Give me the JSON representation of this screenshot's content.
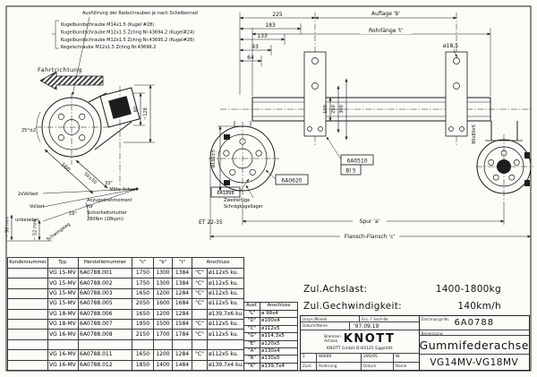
{
  "notes": {
    "radschrauben_title": "Ausführung der Radschrauben je nach Scheibenrad",
    "radschrauben": [
      "Kugelbundschraube M14x1.5 (Kugel #28)",
      "Kugelbundschraube M12x1.5 Zchng Nr.43694.2 (Kugel#24)",
      "Kugelbundschraube M12x1.5 Zchng Nr.43695.2 (Kugel#28)",
      "Kegelschraube M12x1.5 Zchng Nr.43696.2"
    ],
    "fahrtrichtung": "Fahrtrichtung",
    "mitte_achse": "Mitte Achse",
    "load_2x": "2xVollast",
    "load_full": "Vollast",
    "load_empty": "unbeladen",
    "torque": [
      "Anzugsdrehmoment",
      "für",
      "Sicherheitsmutter",
      "280Nm (28kpm)"
    ],
    "bearing": [
      "Zweireihige",
      "Schrägkugellager"
    ],
    "schwingweg": "Schwingweg",
    "part_6a1898": "6A1898",
    "part_6a0620": "6A0620",
    "part_6a0510": "6A0510",
    "part_bl5": "Bl 5"
  },
  "dims": {
    "d225": "225",
    "d183": "183",
    "d133": "133",
    "d93": "93",
    "d64": "64",
    "auflage_b": "Auflage 'b'",
    "rohrlaenge_t": "Rohrlänge 't'",
    "loch": "ø18,5",
    "tube_section": "80x80x5",
    "flansch_d": "ø160±5",
    "v100": "100",
    "v250": "250",
    "v300": "300",
    "h60": "60",
    "h128": "~128",
    "w25": "25°±2",
    "arm160": "160",
    "arm50": "50±50",
    "a33": "33°",
    "a19": "19°",
    "travel90": "~ 90 mm",
    "travel52": "~ 52 mm",
    "et": "ET 22-35",
    "spur": "Spur 'a'",
    "flansch": "Flansch-Flansch 'c'"
  },
  "parts_table": {
    "headers": [
      "Kundennummer",
      "Typ.",
      "Herstellernummer",
      "\"c\"",
      "\"b\"",
      "\"t\"",
      "Anschluss"
    ],
    "rows": [
      [
        "",
        "VG 15-MV",
        "6A0788.001",
        "1750",
        "1300",
        "1384",
        "\"C\"",
        "ø112x5 ku."
      ],
      [
        "",
        "VG 15-MV",
        "6A0788.002",
        "1750",
        "1300",
        "1384",
        "\"C\"",
        "ø112x5 ku."
      ],
      [
        "",
        "VG 15-MV",
        "6A0788.003",
        "1650",
        "1200",
        "1284",
        "\"C\"",
        "ø112x5 ku."
      ],
      [
        "",
        "VG 15-MV",
        "6A0788.005",
        "2050",
        "1600",
        "1684",
        "\"C\"",
        "ø112x5 ku."
      ],
      [
        "",
        "VG 18-MV",
        "6A0788.006",
        "1650",
        "1200",
        "1284",
        "",
        "ø139,7x6 ku."
      ],
      [
        "",
        "VG 18-MV",
        "6A0788.007",
        "1950",
        "1500",
        "1584",
        "\"C\"",
        "ø112x5 ku."
      ],
      [
        "",
        "VG 16-MV",
        "6A0788.008",
        "2150",
        "1700",
        "1784",
        "\"C\"",
        "ø112x5 ku."
      ],
      [
        "",
        "",
        "",
        "",
        "",
        "",
        "",
        ""
      ],
      [
        "",
        "VG 16-MV",
        "6A0788.011",
        "1650",
        "1200",
        "1284",
        "\"C\"",
        "ø112x5 ku."
      ],
      [
        "",
        "VG 16-MV",
        "6A0788.012",
        "1850",
        "1400",
        "1484",
        "",
        "ø139,7x4 ku."
      ]
    ]
  },
  "ausf_table": {
    "headers": [
      "Ausf.",
      "Anschluss"
    ],
    "rows": [
      [
        "\"L\"",
        "ø 98x4"
      ],
      [
        "\"D\"",
        "ø100x4"
      ],
      [
        "\"C\"",
        "ø112x5"
      ],
      [
        "\"G\"",
        "ø114,3x5"
      ],
      [
        "\"E\"",
        "ø120x5"
      ],
      [
        "\"A\"",
        "ø130x4"
      ],
      [
        "\"B\"",
        "ø130x5"
      ],
      [
        "\"K\"",
        "ø139,7x4"
      ]
    ]
  },
  "specs": {
    "achslast_label": "Zul.Achslast:",
    "achslast_value": "1400-1800kg",
    "speed_label": "Zul.Gechwindigkeit:",
    "speed_value": "140km/h"
  },
  "title_block": {
    "field1_label": "Urspr./Modell",
    "field2_label": "Ers. f. Sach-Nr",
    "date_label": "Datum/Name",
    "date": "'97.09.19",
    "number_label": "Zeichnungs-Nr.",
    "drawing_number": "6A0788",
    "benennung_label": "Benennung",
    "company": "KNOTT",
    "company_lines": [
      "Bremsen",
      "Achsen"
    ],
    "company_address": "KNOTT GmbH D-83125 Eggstätt",
    "product": "Gummifederachse",
    "product_range": "VG14MV-VG18MV",
    "rev_row": [
      "1",
      "90000",
      "295/95",
      "W."
    ],
    "rev_headers": [
      "Zust.",
      "Änderung",
      "Datum",
      "Name"
    ]
  }
}
